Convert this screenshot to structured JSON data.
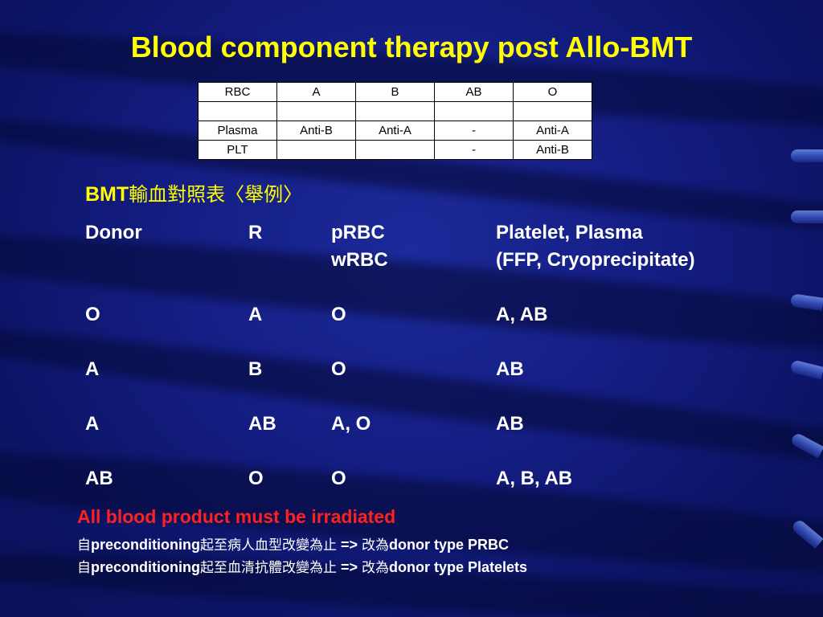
{
  "slide": {
    "title": "Blood component therapy post Allo-BMT",
    "theme_colors": {
      "background": "#141e84",
      "title": "#ffff00",
      "body_text": "#ffffff",
      "warning": "#ff2020"
    }
  },
  "abo_table": {
    "rows": [
      [
        "RBC",
        "A",
        "B",
        "AB",
        "O"
      ],
      [
        "",
        "",
        "",
        "",
        ""
      ],
      [
        "Plasma",
        "Anti-B",
        "Anti-A",
        "-",
        "Anti-A"
      ],
      [
        "PLT",
        "",
        "",
        "-",
        "Anti-B"
      ]
    ]
  },
  "subtitle": {
    "prefix": "BMT",
    "cjk": "輸血對照表〈舉例〉"
  },
  "transfusion_table": {
    "headers": [
      "Donor",
      "R",
      "pRBC",
      "Platelet, Plasma"
    ],
    "header_second_line": [
      "",
      "",
      "wRBC",
      "(FFP, Cryoprecipitate)"
    ],
    "rows": [
      [
        "O",
        "A",
        "O",
        "A, AB"
      ],
      [
        "A",
        "B",
        "O",
        "AB"
      ],
      [
        "A",
        "AB",
        "A, O",
        "AB"
      ],
      [
        "AB",
        "O",
        "O",
        "A, B, AB"
      ]
    ]
  },
  "notes": {
    "warning": "All blood product must be irradiated",
    "line1": {
      "cjk_a": "自",
      "term": "preconditioning",
      "cjk_b": "起至病人血型改變為止",
      "arrow": " => ",
      "cjk_c": "改為",
      "tail": "donor type PRBC"
    },
    "line2": {
      "cjk_a": "自",
      "term": "preconditioning",
      "cjk_b": "起至血清抗體改變為止",
      "arrow": " => ",
      "cjk_c": "改為",
      "tail": "donor type Platelets"
    }
  }
}
